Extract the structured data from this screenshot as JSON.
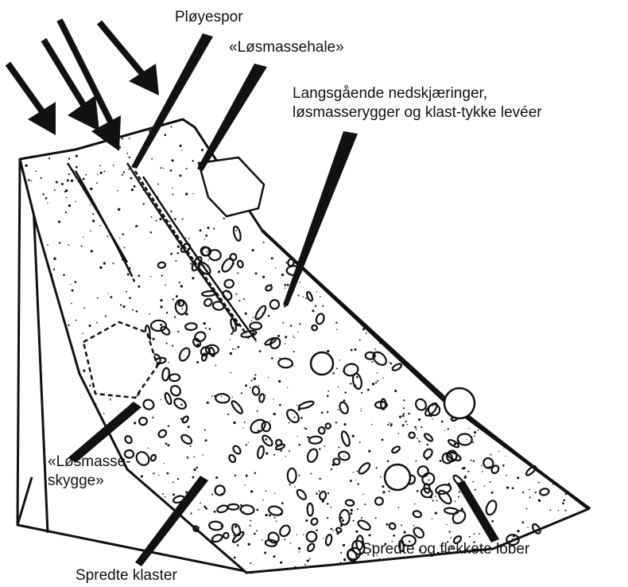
{
  "labels": {
    "ploeyespor": "Pløyespor",
    "loesmassehale": "«Løsmassehale»",
    "langsgaaende": [
      "Langsgående nedskjæringer,",
      "løsmasserygger og klast-tykke levéer"
    ],
    "loesmasseskygge": [
      "«Løsmasse-",
      "skygge»"
    ],
    "spredte_klaster": "Spredte klaster",
    "spredte_lober": "Spredte og flekkete lober"
  },
  "colors": {
    "ink": "#111111",
    "paper": "#ffffff"
  },
  "icons": [
    "ice-flow-arrow-icon",
    "pointer-wedge-icon"
  ]
}
